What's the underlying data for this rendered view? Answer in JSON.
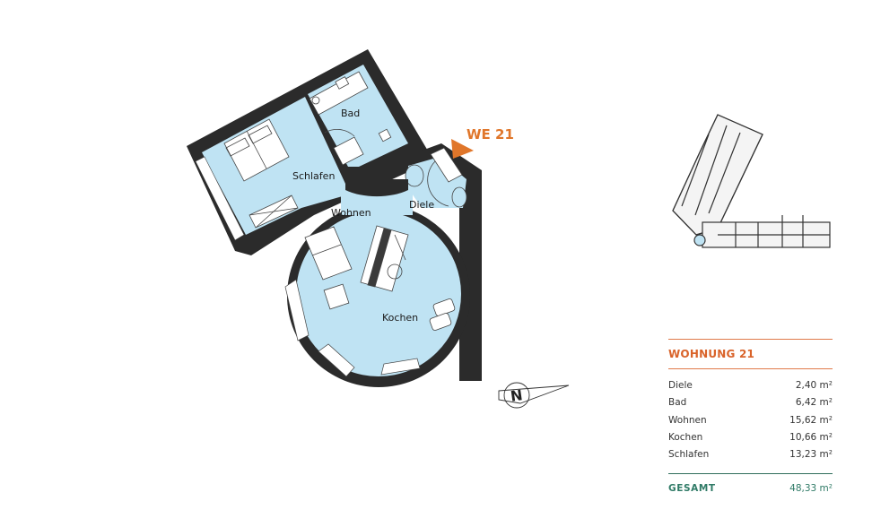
{
  "apartment_marker": {
    "label": "WE 21",
    "color": "#e0762a"
  },
  "rooms": [
    {
      "name": "Bad"
    },
    {
      "name": "Schlafen"
    },
    {
      "name": "Wohnen"
    },
    {
      "name": "Diele"
    },
    {
      "name": "Kochen"
    }
  ],
  "compass": {
    "icon": "north-arrow-icon",
    "letter": "N"
  },
  "site_plan": {
    "icon": "building-site-plan-icon"
  },
  "area_table": {
    "title": "WOHNUNG 21",
    "unit": "m²",
    "rows": [
      {
        "room": "Diele",
        "area": "2,40 m²"
      },
      {
        "room": "Bad",
        "area": "6,42 m²"
      },
      {
        "room": "Wohnen",
        "area": "15,62 m²"
      },
      {
        "room": "Kochen",
        "area": "10,66 m²"
      },
      {
        "room": "Schlafen",
        "area": "13,23 m²"
      }
    ],
    "total_label": "GESAMT",
    "total_area": "48,33 m²"
  },
  "colors": {
    "floor": "#bfe3f3",
    "wall": "#2b2b2b",
    "title_orange": "#d9632a",
    "total_green": "#2f7a66"
  }
}
